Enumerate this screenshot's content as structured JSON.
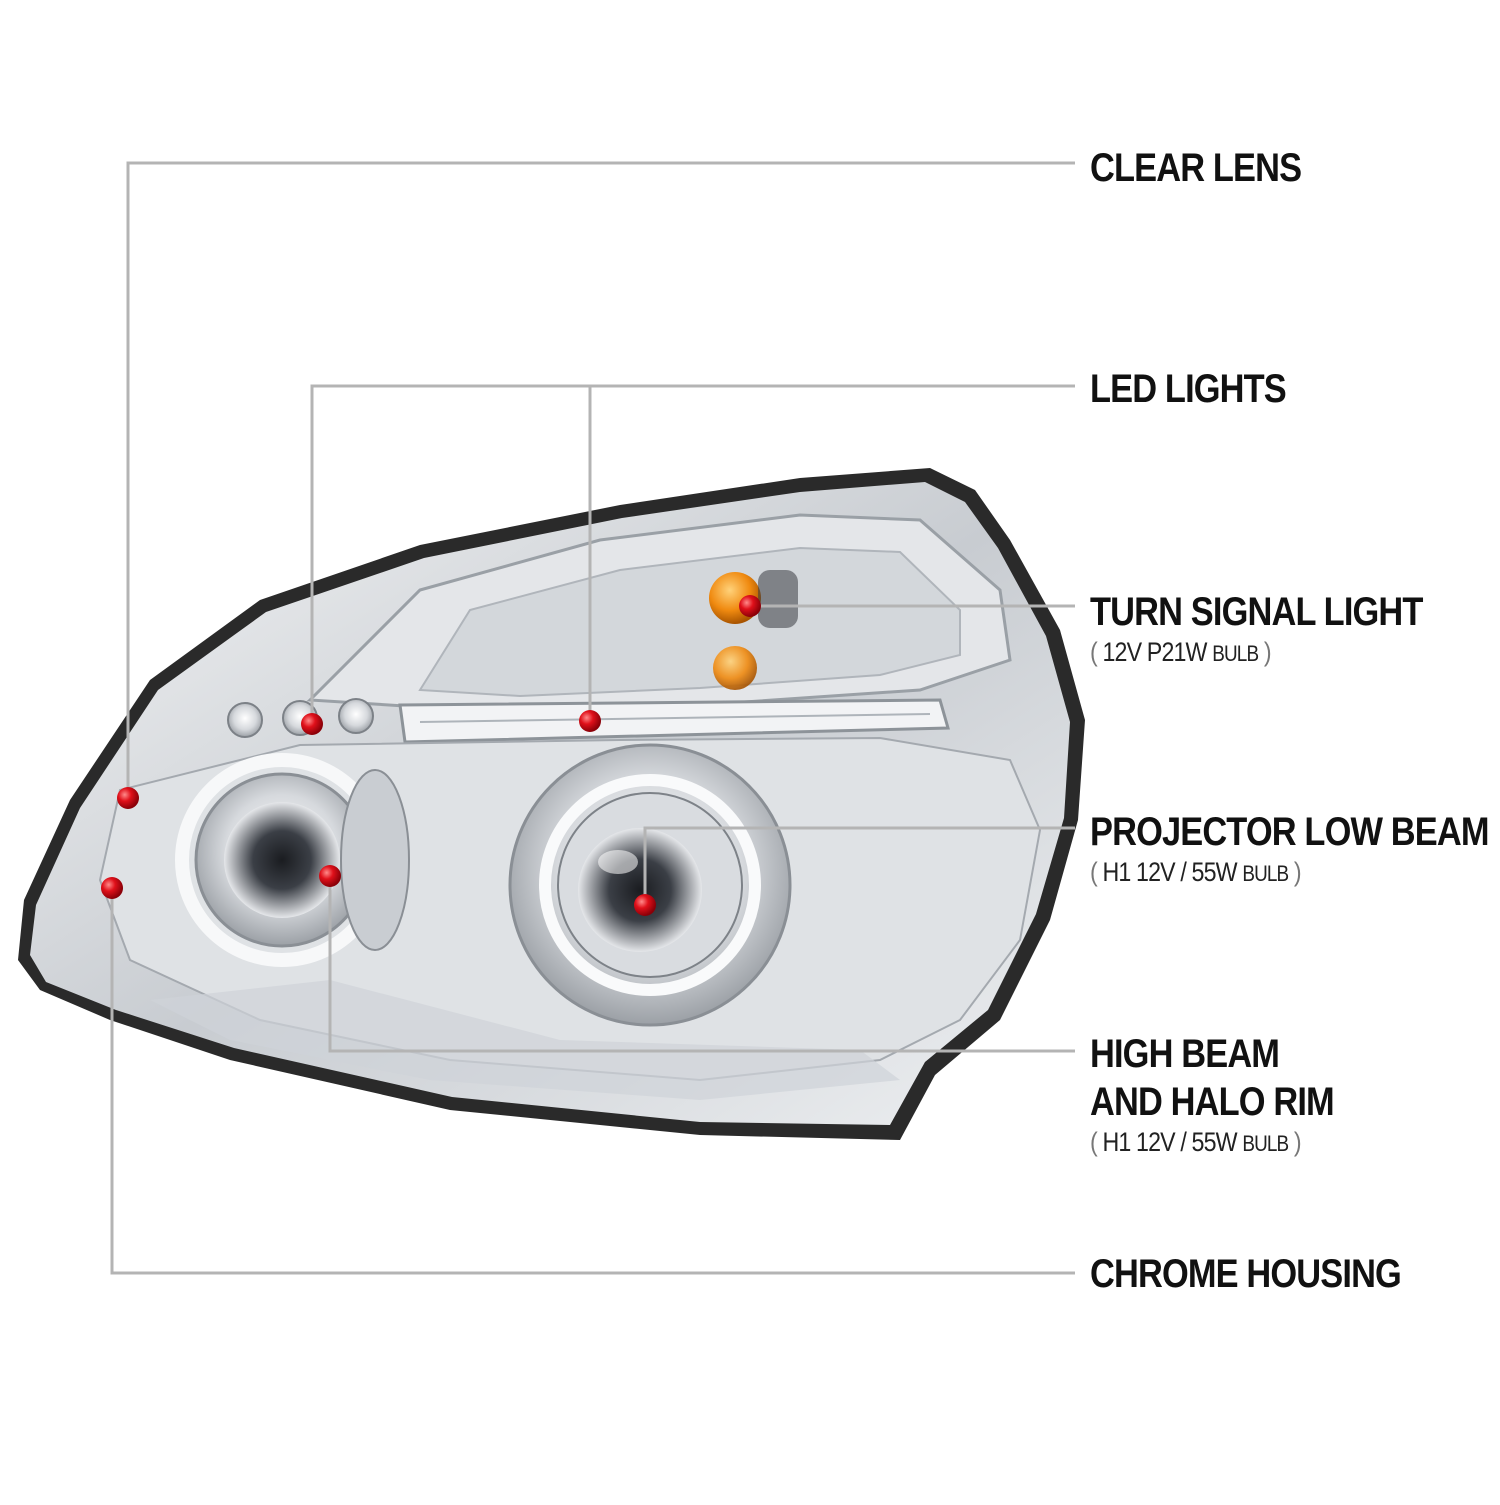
{
  "callouts": {
    "clear_lens": {
      "title": "CLEAR LENS"
    },
    "led_lights": {
      "title": "LED LIGHTS"
    },
    "turn_signal": {
      "title": "TURN SIGNAL LIGHT",
      "spec": "12V  P21W",
      "unit": "BULB",
      "open": "(",
      "close": ")"
    },
    "projector_low_beam": {
      "title": "PROJECTOR LOW BEAM",
      "spec": "H1  12V / 55W",
      "unit": "BULB",
      "open": "(",
      "close": ")"
    },
    "high_beam": {
      "title_line1": "HIGH BEAM",
      "title_line2": "AND HALO RIM",
      "spec": "H1  12V / 55W",
      "unit": "BULB",
      "open": "(",
      "close": ")"
    },
    "chrome_housing": {
      "title": "CHROME HOUSING"
    }
  },
  "colors": {
    "leader_line": "#b4b4b4",
    "marker": "#e0101a",
    "amber_bulb": "#f08a10",
    "chrome": "#c9cdd2",
    "gasket": "#2a2a2a"
  }
}
